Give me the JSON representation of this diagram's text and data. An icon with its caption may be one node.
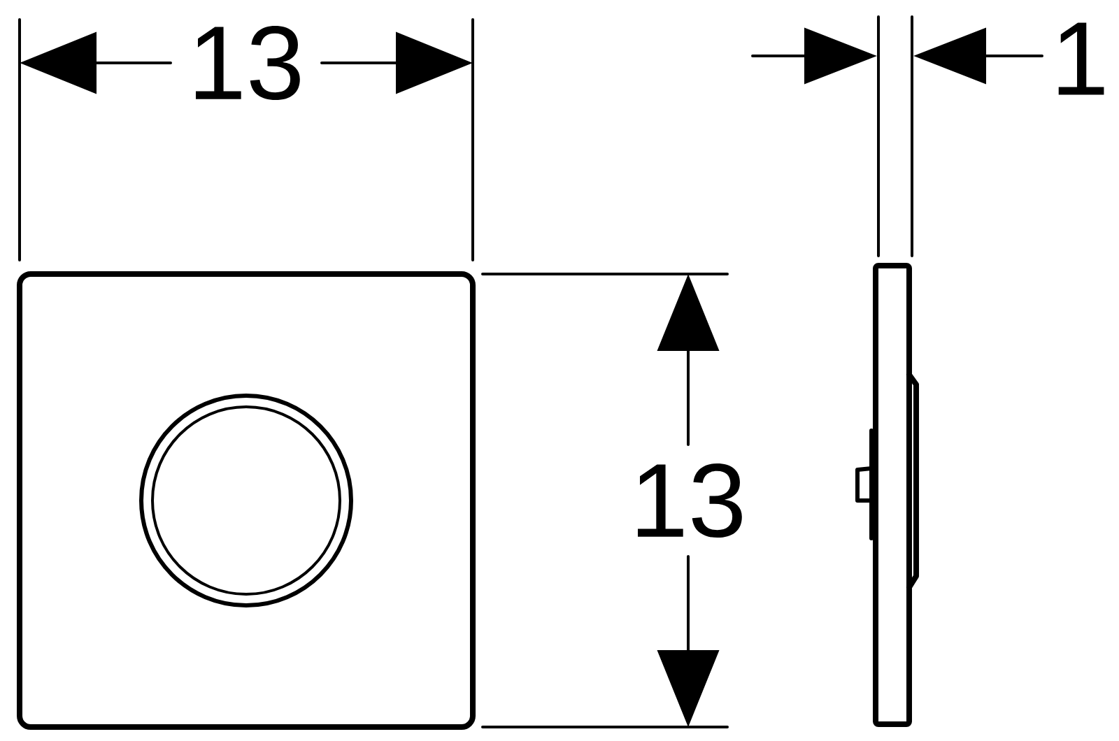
{
  "diagram": {
    "labels": [
      "13",
      "13",
      "1"
    ]
  }
}
